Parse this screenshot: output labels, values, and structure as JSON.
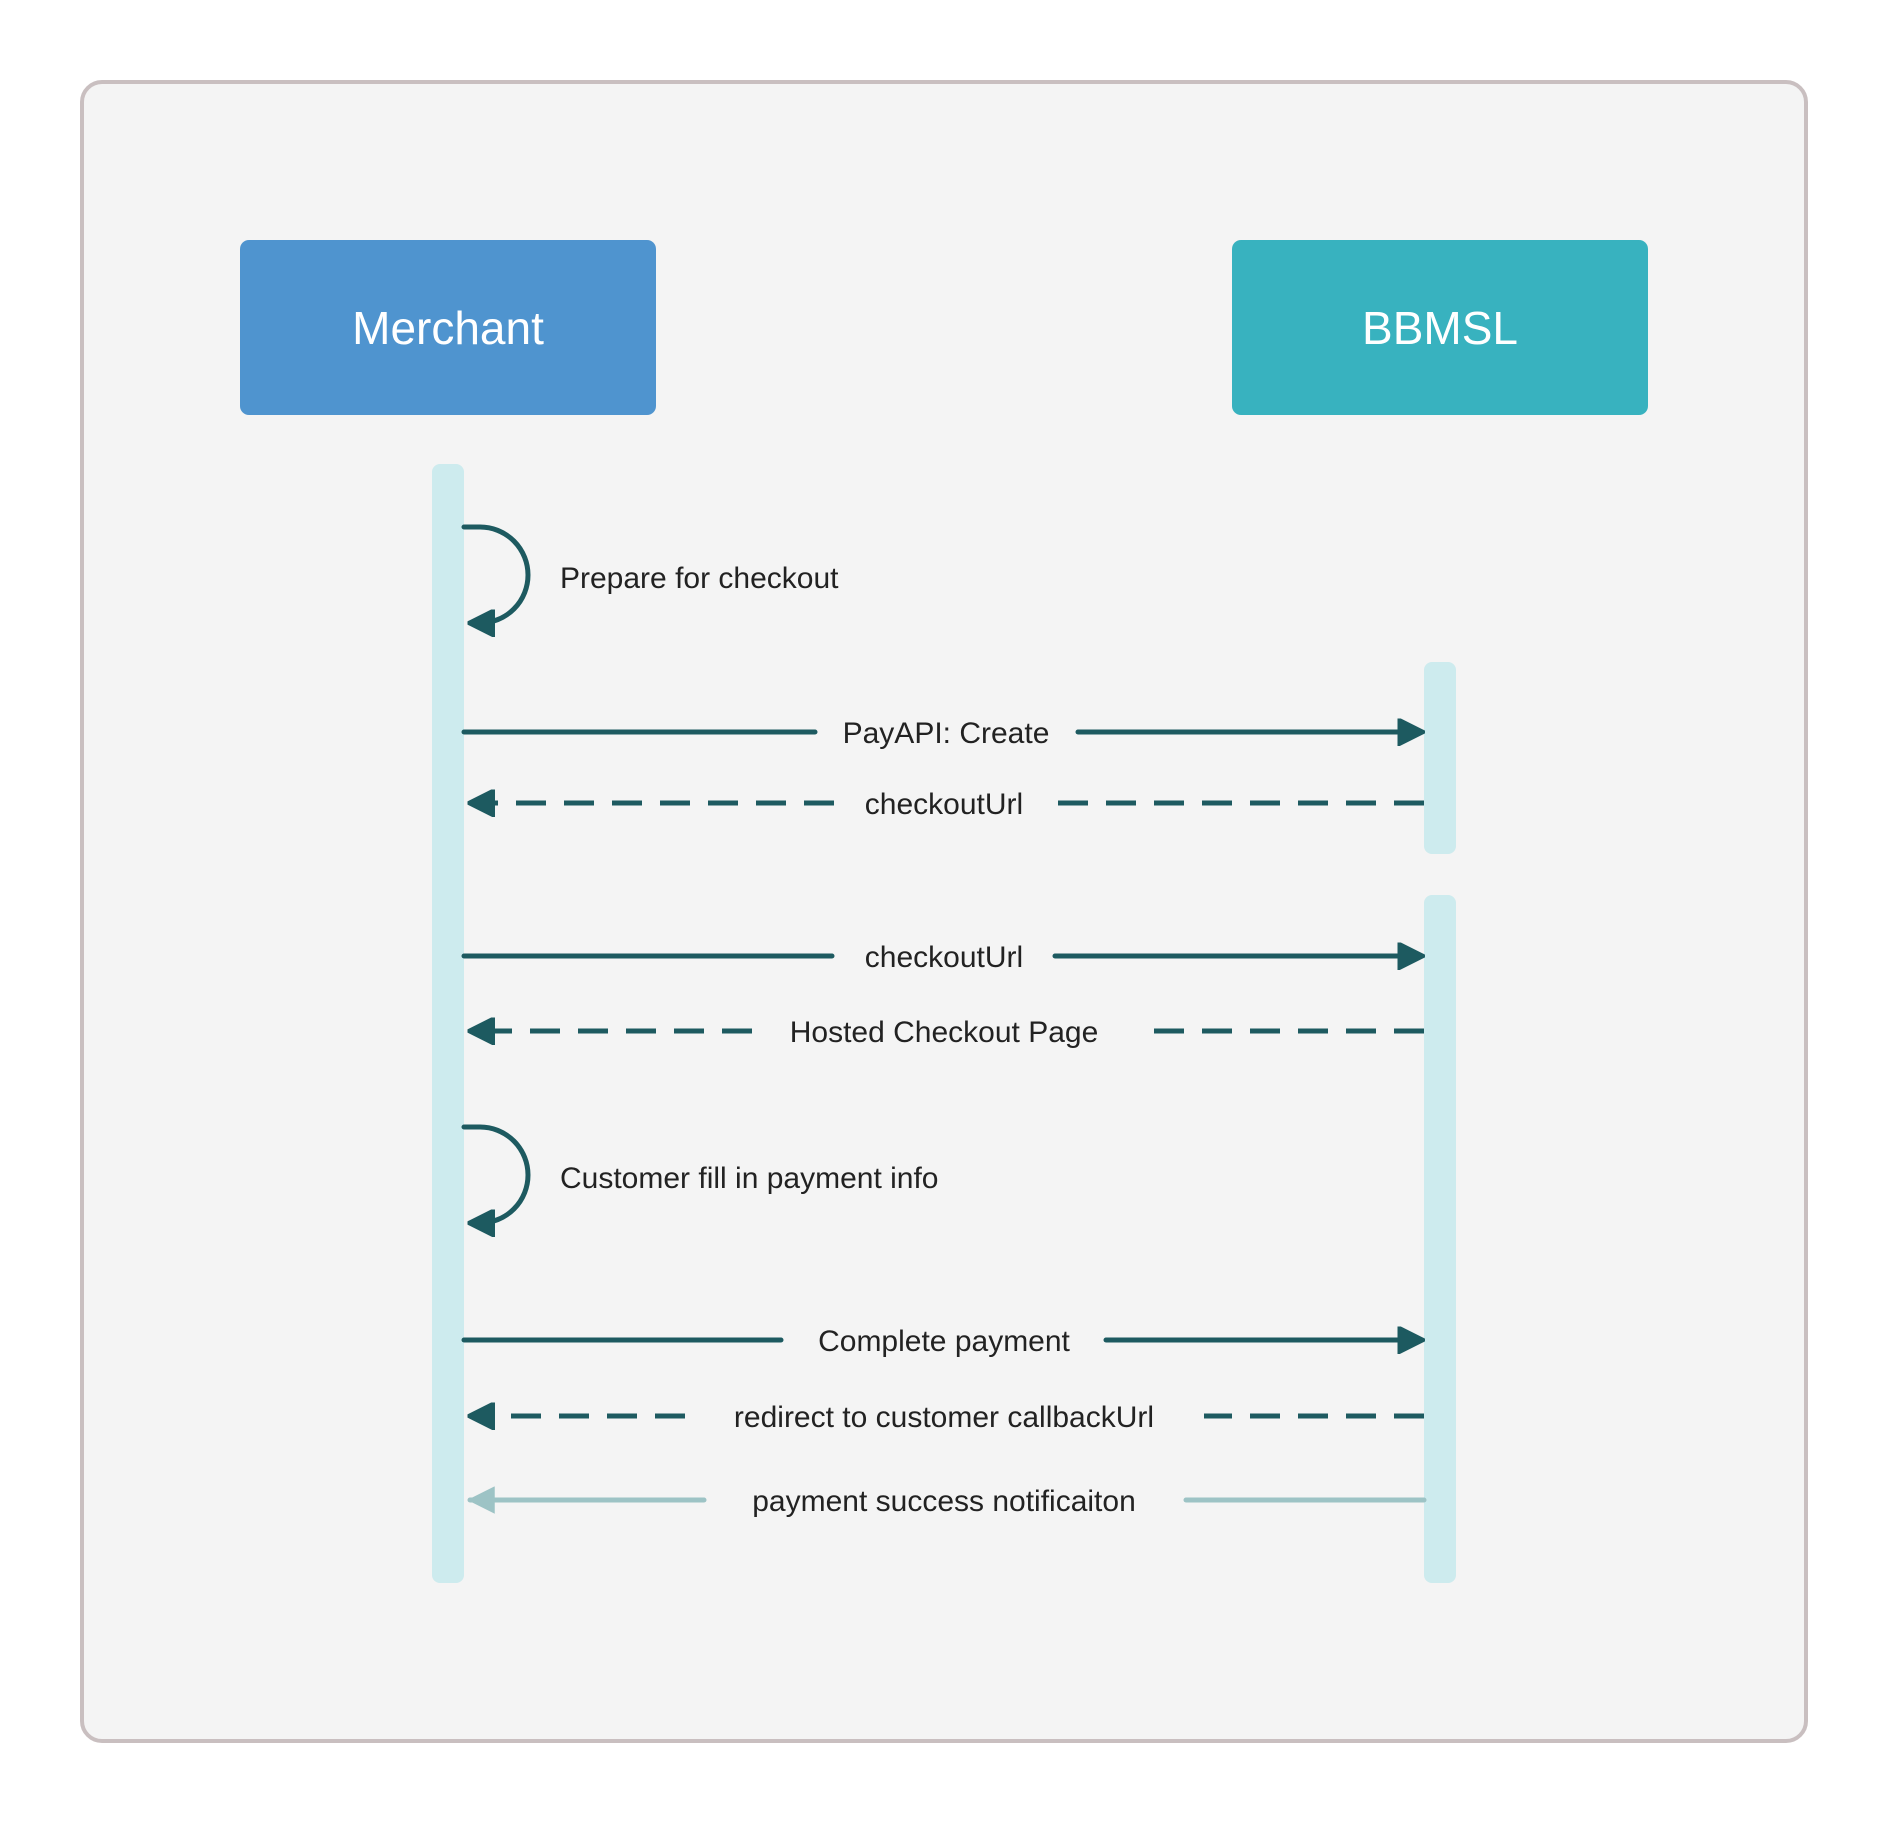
{
  "diagram": {
    "type": "sequence",
    "colors": {
      "merchant": "#4f94cf",
      "bbmsl": "#38b2bf",
      "lifeline": "#cdebee",
      "arrow": "#1d5a60",
      "arrow_light": "#9dc3c5",
      "frame_bg": "#f4f4f4",
      "frame_border": "#c9bfc0"
    },
    "participants": [
      {
        "id": "merchant",
        "label": "Merchant"
      },
      {
        "id": "bbmsl",
        "label": "BBMSL"
      }
    ],
    "messages": [
      {
        "from": "merchant",
        "to": "merchant",
        "style": "self",
        "label": "Prepare for checkout"
      },
      {
        "from": "merchant",
        "to": "bbmsl",
        "style": "solid",
        "label": "PayAPI: Create"
      },
      {
        "from": "bbmsl",
        "to": "merchant",
        "style": "dashed",
        "label": "checkoutUrl"
      },
      {
        "from": "merchant",
        "to": "bbmsl",
        "style": "solid",
        "label": "checkoutUrl"
      },
      {
        "from": "bbmsl",
        "to": "merchant",
        "style": "dashed",
        "label": "Hosted Checkout Page"
      },
      {
        "from": "merchant",
        "to": "merchant",
        "style": "self",
        "label": "Customer fill in payment info"
      },
      {
        "from": "merchant",
        "to": "bbmsl",
        "style": "solid",
        "label": "Complete payment"
      },
      {
        "from": "bbmsl",
        "to": "merchant",
        "style": "dashed",
        "label": "redirect to customer callbackUrl"
      },
      {
        "from": "bbmsl",
        "to": "merchant",
        "style": "solid-light",
        "label": "payment success notificaiton"
      }
    ]
  }
}
